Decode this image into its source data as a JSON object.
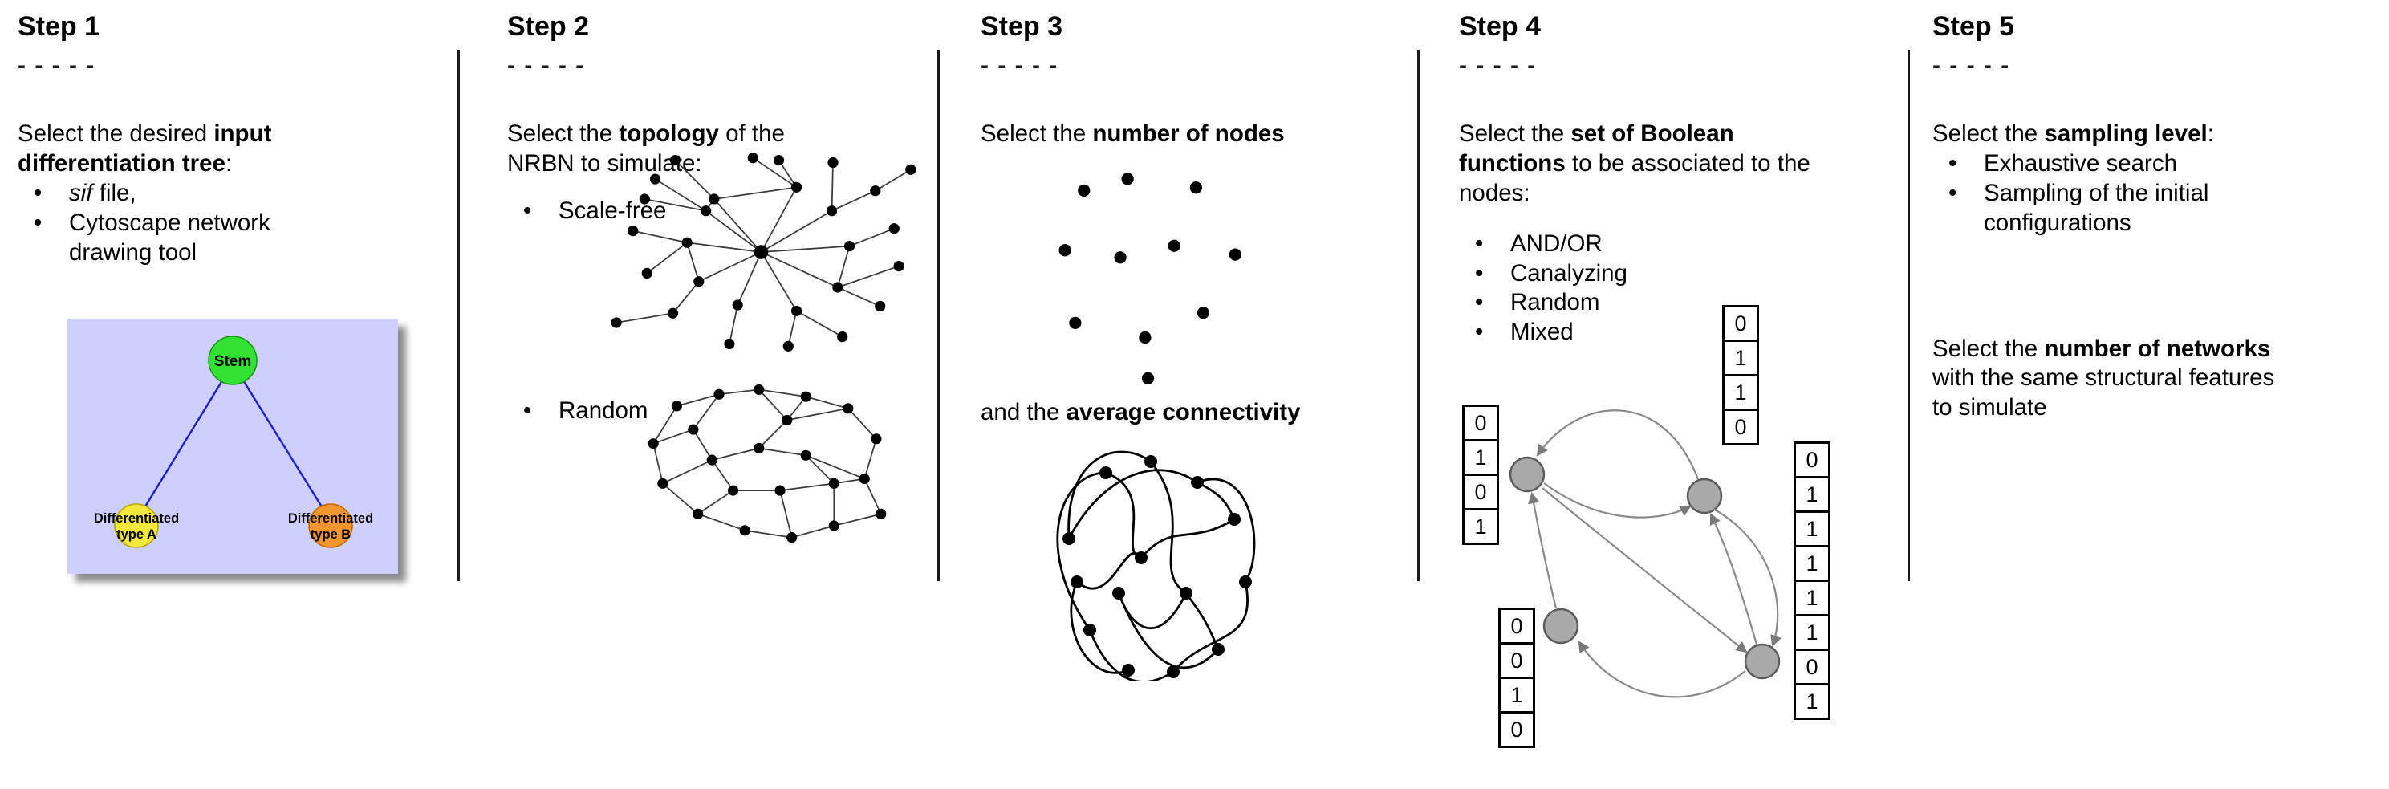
{
  "bullet_glyph": "•",
  "colors": {
    "tree_box_bg": "#cfcfff",
    "stem_green": "#33e133",
    "type_a_yellow": "#f2e93c",
    "type_b_orange": "#f2952f",
    "edge_blue": "#2222cc",
    "node_gray": "#a9a9a9"
  },
  "steps": {
    "s1": {
      "title": "Step 1",
      "dashes": "- - - - -",
      "intro_pre": "Select the desired ",
      "intro_bold": "input differentiation tree",
      "intro_post": ":",
      "bullet1_italic": "sif",
      "bullet1_rest": " file,",
      "bullet2": "Cytoscape network drawing tool",
      "tree": {
        "stem": "Stem",
        "a_line1": "Differentiated",
        "a_line2": "type A",
        "b_line1": "Differentiated",
        "b_line2": "type B"
      }
    },
    "s2": {
      "title": "Step 2",
      "dashes": "- - - - -",
      "intro_pre": "Select the ",
      "intro_bold": "topology",
      "intro_post": " of the NRBN to simulate:",
      "bullet1": "Scale-free",
      "bullet2": "Random"
    },
    "s3": {
      "title": "Step 3",
      "dashes": "- - - - -",
      "line1_pre": "Select the ",
      "line1_bold": "number of nodes",
      "line2_pre": "and the ",
      "line2_bold": "average connectivity"
    },
    "s4": {
      "title": "Step 4",
      "dashes": "- - - - -",
      "intro_pre": "Select the ",
      "intro_bold": "set of Boolean functions",
      "intro_post": " to be associated to the nodes:",
      "bullets": [
        "AND/OR",
        "Canalyzing",
        "Random",
        "Mixed"
      ],
      "tables": {
        "left": [
          "0",
          "1",
          "0",
          "1"
        ],
        "top": [
          "0",
          "1",
          "1",
          "0"
        ],
        "right": [
          "0",
          "1",
          "1",
          "1",
          "1",
          "1",
          "0",
          "1"
        ],
        "bottom": [
          "0",
          "0",
          "1",
          "0"
        ]
      }
    },
    "s5": {
      "title": "Step 5",
      "dashes": "- - - - -",
      "intro_pre": "Select the ",
      "intro_bold": "sampling level",
      "intro_post": ":",
      "bullet1": "Exhaustive search",
      "bullet2": "Sampling of the initial configurations",
      "p2_pre": "Select the ",
      "p2_bold": "number of networks",
      "p2_post": " with the same structural features to simulate"
    }
  }
}
